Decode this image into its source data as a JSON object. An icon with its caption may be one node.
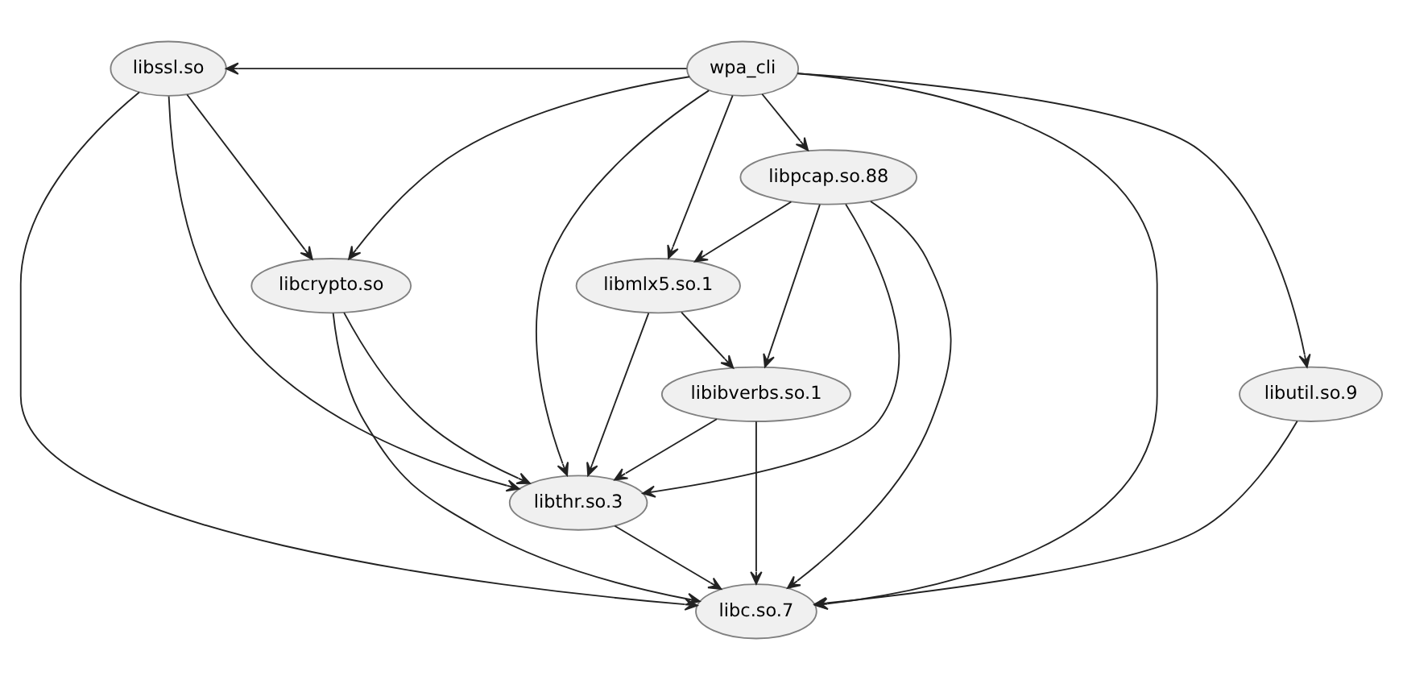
{
  "diagram": {
    "nodes": [
      {
        "text": [
          "libssl.so"
        ]
      },
      {
        "text": [
          "wpa_cli"
        ]
      },
      {
        "text": [
          "libcrypto.so"
        ]
      },
      {
        "text": [
          "libpcap.so.88"
        ]
      },
      {
        "text": [
          "libutil.so.9"
        ]
      },
      {
        "text": [
          "libibverbs.so.1"
        ]
      },
      {
        "text": [
          "libc.so.7"
        ]
      },
      {
        "text": [
          "libmlx5.so.1"
        ]
      },
      {
        "text": [
          "libthr.so.3"
        ]
      }
    ],
    "edges": [
      {
        "from": 1,
        "to": 0,
        "arrow": "to"
      },
      {
        "from": 1,
        "to": 2,
        "arrow": "to"
      },
      {
        "from": 1,
        "to": 3,
        "arrow": "to"
      },
      {
        "from": 1,
        "to": 4,
        "arrow": "to"
      },
      {
        "from": 1,
        "to": 6,
        "arrow": "to"
      },
      {
        "from": 1,
        "to": 8,
        "arrow": "to"
      },
      {
        "from": 1,
        "to": 7,
        "arrow": "to"
      },
      {
        "from": 0,
        "to": 2,
        "arrow": "to"
      },
      {
        "from": 0,
        "to": 6,
        "arrow": "to"
      },
      {
        "from": 0,
        "to": 8,
        "arrow": "to"
      },
      {
        "from": 2,
        "to": 6,
        "arrow": "to"
      },
      {
        "from": 2,
        "to": 8,
        "arrow": "to"
      },
      {
        "from": 3,
        "to": 5,
        "arrow": "to"
      },
      {
        "from": 3,
        "to": 6,
        "arrow": "to"
      },
      {
        "from": 3,
        "to": 7,
        "arrow": "to"
      },
      {
        "from": 3,
        "to": 8,
        "arrow": "to"
      },
      {
        "from": 4,
        "to": 6,
        "arrow": "to"
      },
      {
        "from": 5,
        "to": 6,
        "arrow": "to"
      },
      {
        "from": 5,
        "to": 8,
        "arrow": "to"
      },
      {
        "from": 7,
        "to": 5,
        "arrow": "to"
      },
      {
        "from": 7,
        "to": 8,
        "arrow": "to"
      },
      {
        "from": 8,
        "to": 6,
        "arrow": "to"
      }
    ]
  }
}
